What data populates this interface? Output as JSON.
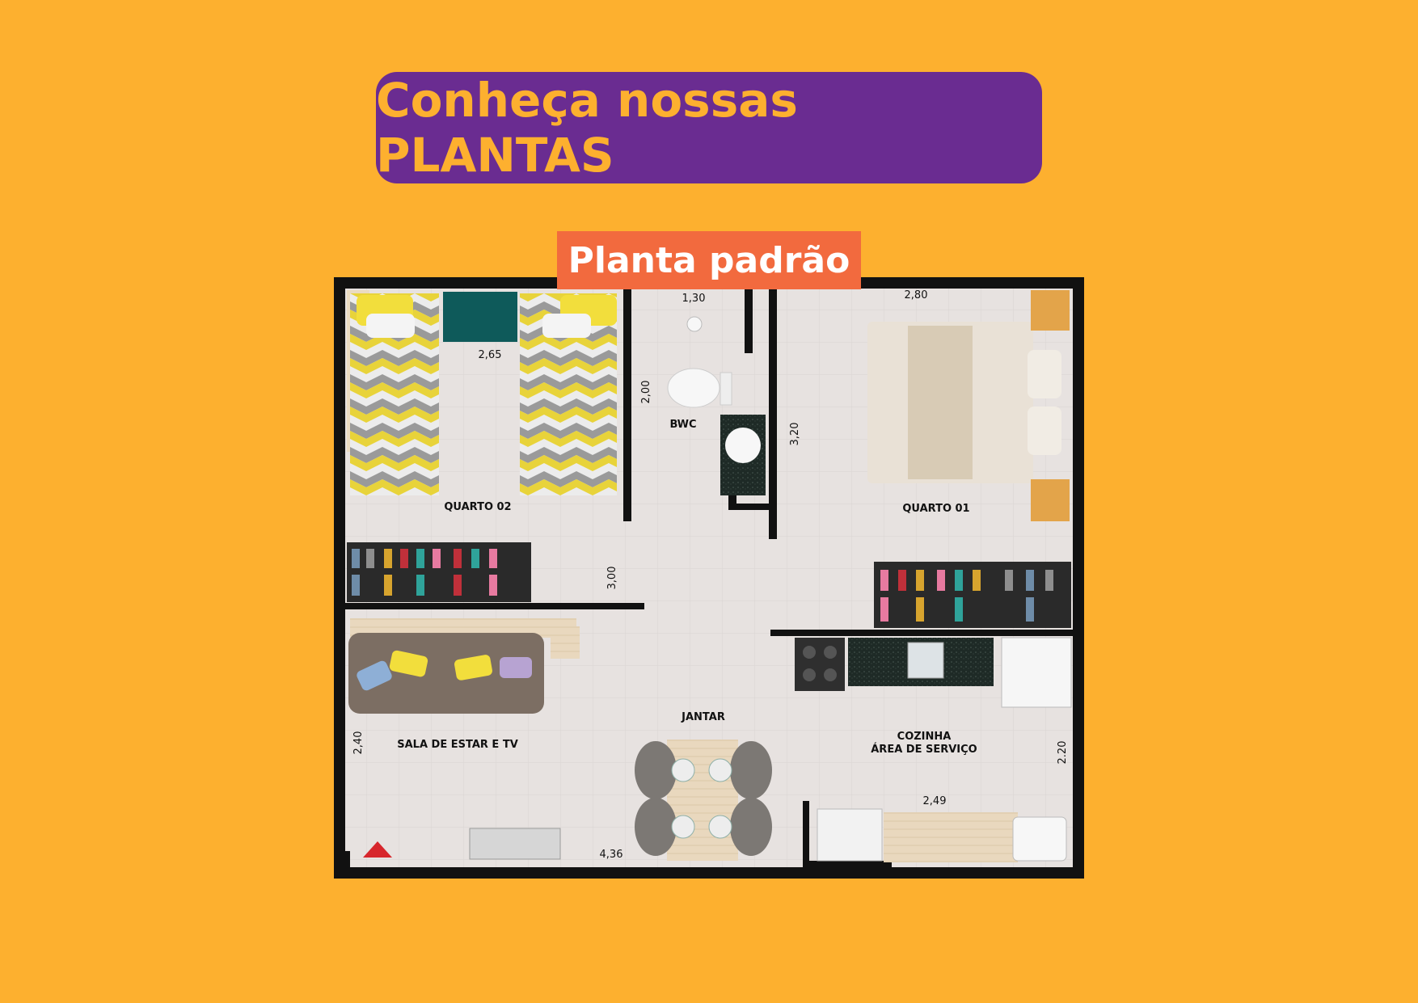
{
  "header": {
    "title": "Conheça nossas PLANTAS"
  },
  "plan": {
    "name": "Planta padrão",
    "rooms": {
      "quarto02": "QUARTO 02",
      "quarto01": "QUARTO 01",
      "bwc": "BWC",
      "jantar": "JANTAR",
      "sala": "SALA DE ESTAR E TV",
      "cozinha_line1": "COZINHA",
      "cozinha_line2": "ÁREA DE SERVIÇO"
    },
    "dimensions": {
      "d265": "2,65",
      "d130": "1,30",
      "d280": "2,80",
      "d200": "2,00",
      "d320": "3,20",
      "d300": "3,00",
      "d240": "2,40",
      "d220": "2.20",
      "d249": "2,49",
      "d436": "4,36"
    }
  },
  "colors": {
    "background": "#FDB02F",
    "title_pill": "#6A2C91",
    "title_text": "#FDB02F",
    "subtitle_bg": "#F26A3E",
    "north_marker": "#D7262C"
  }
}
